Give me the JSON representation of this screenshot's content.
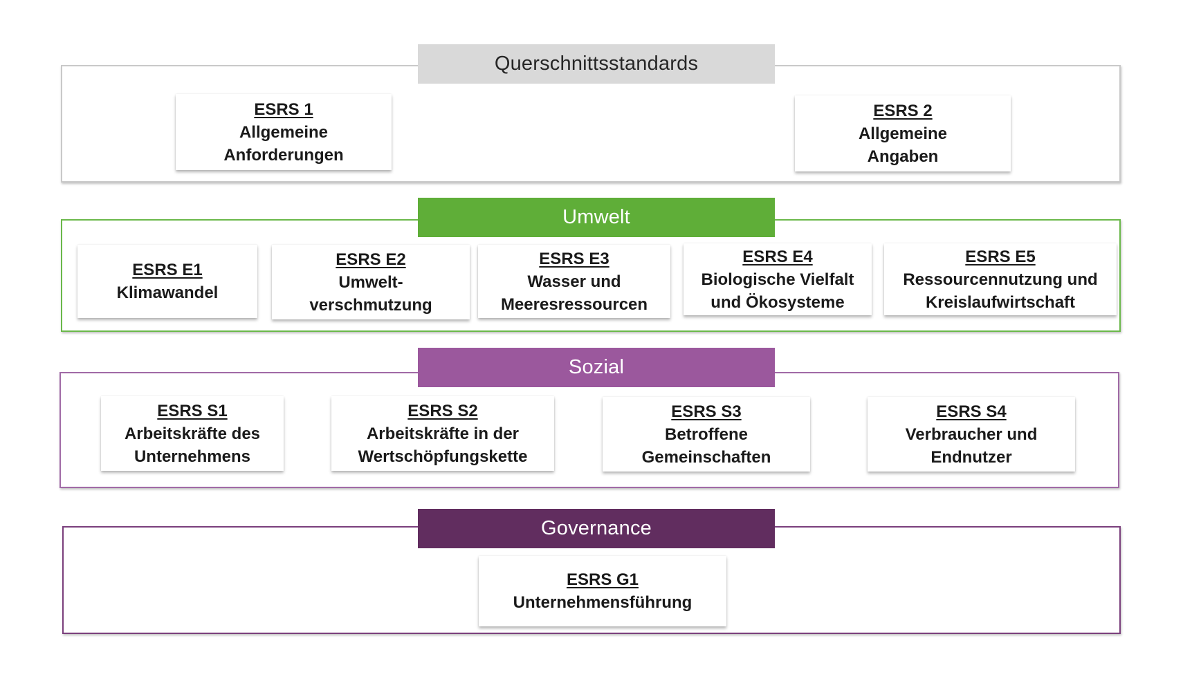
{
  "sections": [
    {
      "key": "cross",
      "title": "Querschnittsstandards",
      "cards": [
        {
          "code": "ESRS 1",
          "lines": [
            "Allgemeine",
            "Anforderungen"
          ]
        },
        {
          "code": "ESRS 2",
          "lines": [
            "Allgemeine",
            "Angaben"
          ]
        }
      ]
    },
    {
      "key": "env",
      "title": "Umwelt",
      "cards": [
        {
          "code": "ESRS E1",
          "lines": [
            "Klimawandel"
          ]
        },
        {
          "code": "ESRS E2",
          "lines": [
            "Umwelt-",
            "verschmutzung"
          ]
        },
        {
          "code": "ESRS E3",
          "lines": [
            "Wasser und",
            "Meeresressourcen"
          ]
        },
        {
          "code": "ESRS E4",
          "lines": [
            "Biologische Vielfalt",
            "und Ökosysteme"
          ]
        },
        {
          "code": "ESRS E5",
          "lines": [
            "Ressourcennutzung und",
            "Kreislaufwirtschaft"
          ]
        }
      ]
    },
    {
      "key": "soc",
      "title": "Sozial",
      "cards": [
        {
          "code": "ESRS S1",
          "lines": [
            "Arbeitskräfte des",
            "Unternehmens"
          ]
        },
        {
          "code": "ESRS S2",
          "lines": [
            "Arbeitskräfte in der",
            "Wertschöpfungskette"
          ]
        },
        {
          "code": "ESRS S3",
          "lines": [
            "Betroffene",
            "Gemeinschaften"
          ]
        },
        {
          "code": "ESRS S4",
          "lines": [
            "Verbraucher und",
            "Endnutzer"
          ]
        }
      ]
    },
    {
      "key": "gov",
      "title": "Governance",
      "cards": [
        {
          "code": "ESRS G1",
          "lines": [
            "Unternehmensführung"
          ]
        }
      ]
    }
  ],
  "colors": {
    "cross_header": "#d9d9d9",
    "env_header": "#5fae38",
    "soc_header": "#9b589d",
    "gov_header": "#612d5f",
    "env_border": "#6ab84a",
    "soc_border": "#a06aa6",
    "gov_border": "#7a3f7c"
  }
}
